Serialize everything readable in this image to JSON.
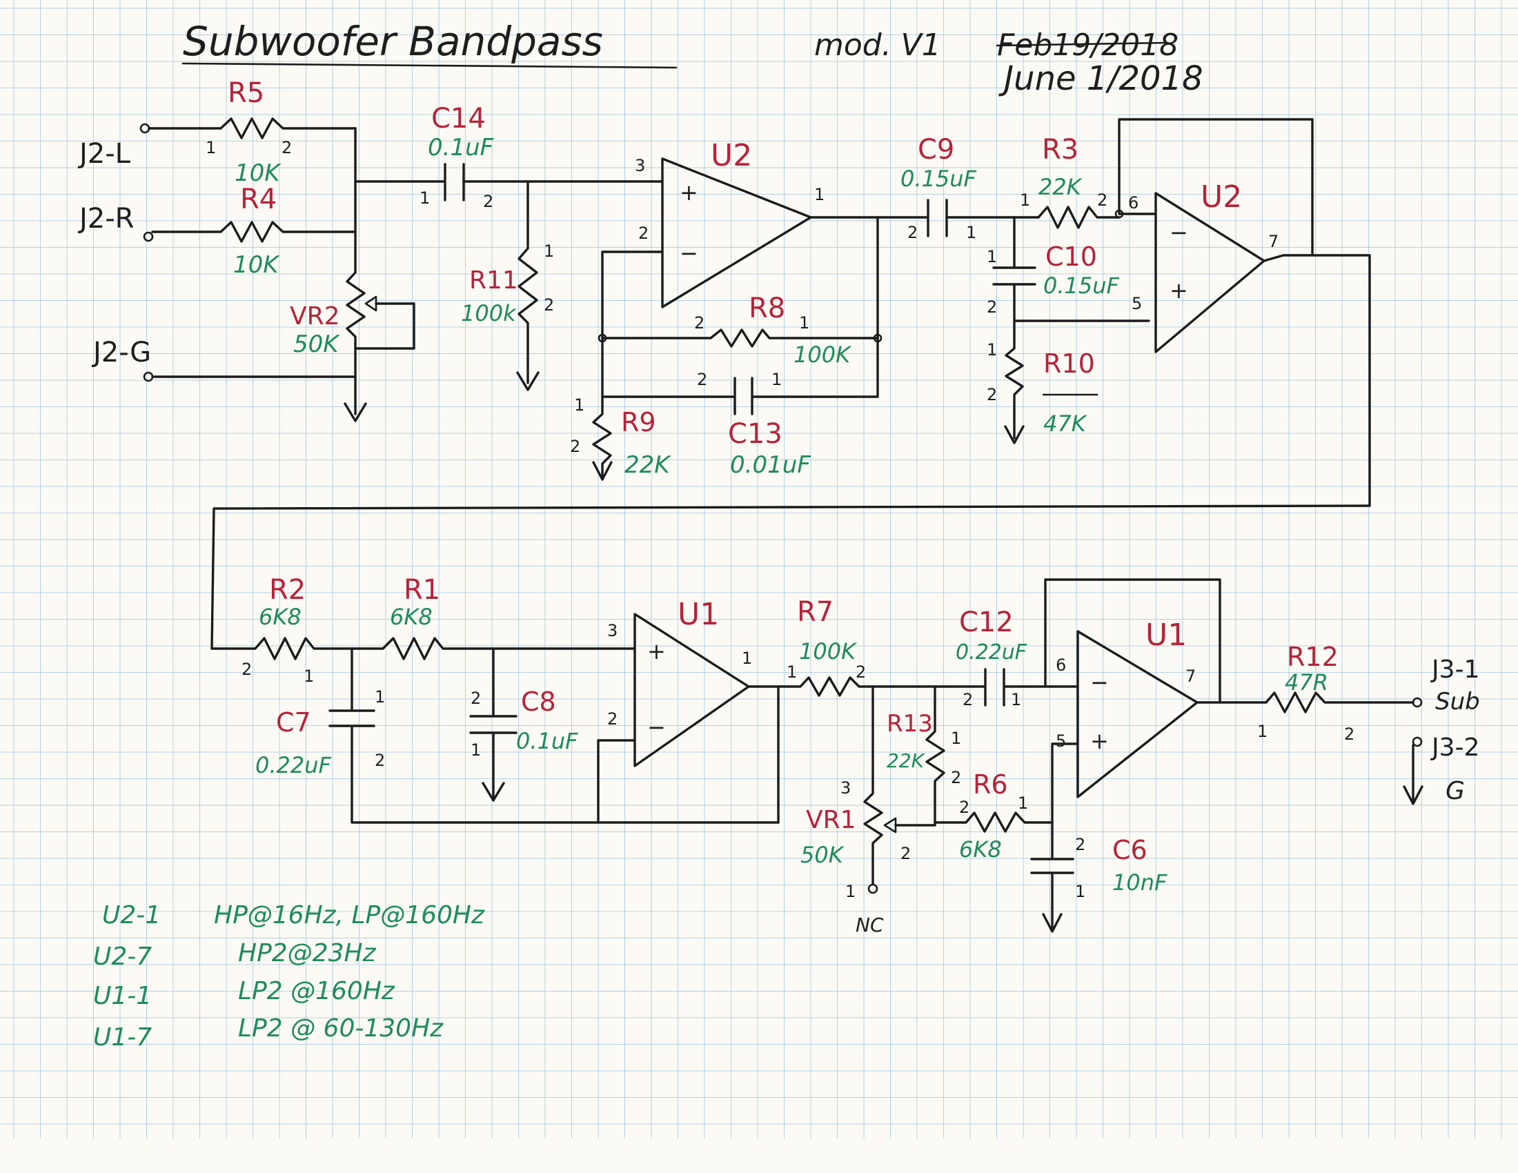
{
  "header": {
    "title": "Subwoofer Bandpass",
    "mod": "mod. V1",
    "old_date": "Feb19/2018",
    "date": "June 1/2018"
  },
  "jacks": {
    "j2_l": "J2-L",
    "j2_r": "J2-R",
    "j2_g": "J2-G",
    "j3_1": "J3-1",
    "sub": "Sub",
    "j3_2": "J3-2",
    "g": "G",
    "nc": "NC"
  },
  "opamps": {
    "u2a": "U2",
    "u2b": "U2",
    "u1a": "U1",
    "u1b": "U1"
  },
  "components": {
    "r5": {
      "ref": "R5",
      "value": "10K"
    },
    "r4": {
      "ref": "R4",
      "value": "10K"
    },
    "vr2": {
      "ref": "VR2",
      "value": "50K"
    },
    "c14": {
      "ref": "C14",
      "value": "0.1uF"
    },
    "r11": {
      "ref": "R11",
      "value": "100k"
    },
    "r8": {
      "ref": "R8",
      "value": "100K"
    },
    "r9": {
      "ref": "R9",
      "value": "22K"
    },
    "c13": {
      "ref": "C13",
      "value": "0.01uF"
    },
    "c9": {
      "ref": "C9",
      "value": "0.15uF"
    },
    "r3": {
      "ref": "R3",
      "value": "22K"
    },
    "c10": {
      "ref": "C10",
      "value": "0.15uF"
    },
    "r10": {
      "ref": "R10",
      "value": "47K"
    },
    "r2": {
      "ref": "R2",
      "value": "6K8"
    },
    "r1": {
      "ref": "R1",
      "value": "6K8"
    },
    "c7": {
      "ref": "C7",
      "value": "0.22uF"
    },
    "c8": {
      "ref": "C8",
      "value": "0.1uF"
    },
    "r7": {
      "ref": "R7",
      "value": "100K"
    },
    "c12": {
      "ref": "C12",
      "value": "0.22uF"
    },
    "r13": {
      "ref": "R13",
      "value": "22K"
    },
    "vr1": {
      "ref": "VR1",
      "value": "50K"
    },
    "r6": {
      "ref": "R6",
      "value": "6K8"
    },
    "c6": {
      "ref": "C6",
      "value": "10nF"
    },
    "r12": {
      "ref": "R12",
      "value": "47R"
    }
  },
  "notes": [
    {
      "pin": "U2-1",
      "text": "HP@16Hz, LP@160Hz"
    },
    {
      "pin": "U2-7",
      "text": "HP2@23Hz"
    },
    {
      "pin": "U1-1",
      "text": "LP2 @160Hz"
    },
    {
      "pin": "U1-7",
      "text": "LP2 @ 60-130Hz"
    }
  ],
  "colors": {
    "ink": "#1e1e1e",
    "ref_red": "#b5233a",
    "value_green": "#1f8a5c",
    "grid_blue": "#9ec3e0",
    "paper": "#fbfaf4"
  }
}
